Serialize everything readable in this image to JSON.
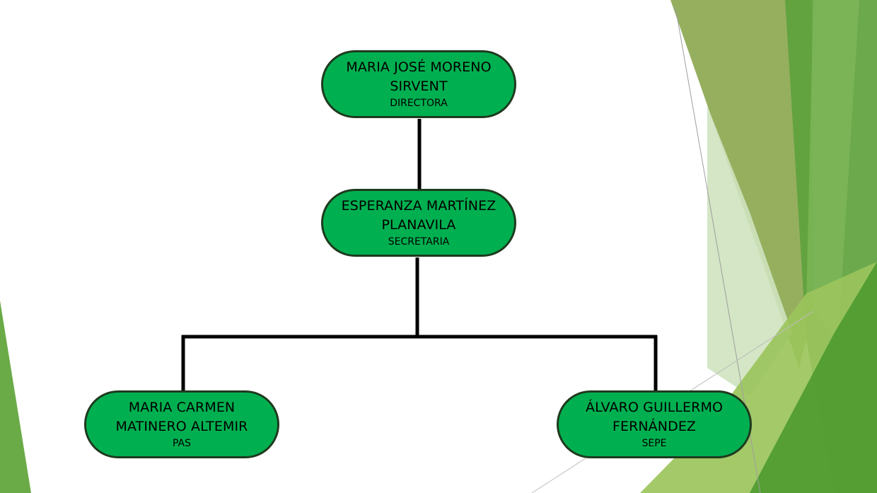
{
  "colors": {
    "node_fill": "#00b050",
    "node_border": "#1e3a1e",
    "connector": "#000000",
    "decor_green_light": "#9bc45c",
    "decor_green_mid": "#6aab47",
    "decor_green_dark": "#4c9a30",
    "decor_olive": "#8aa64e"
  },
  "org_chart": {
    "nodes": [
      {
        "id": "director",
        "name": "MARIA JOSÉ MORENO SIRVENT",
        "role": "DIRECTORA"
      },
      {
        "id": "secretary",
        "name": "ESPERANZA MARTÍNEZ PLANAVILA",
        "role": "SECRETARIA"
      },
      {
        "id": "pas",
        "name": "MARIA CARMEN MATINERO ALTEMIR",
        "role": "PAS"
      },
      {
        "id": "sepe",
        "name": "ÁLVARO GUILLERMO FERNÁNDEZ",
        "role": "SEPE"
      }
    ],
    "edges": [
      {
        "from": "director",
        "to": "secretary"
      },
      {
        "from": "secretary",
        "to": "pas"
      },
      {
        "from": "secretary",
        "to": "sepe"
      }
    ]
  }
}
